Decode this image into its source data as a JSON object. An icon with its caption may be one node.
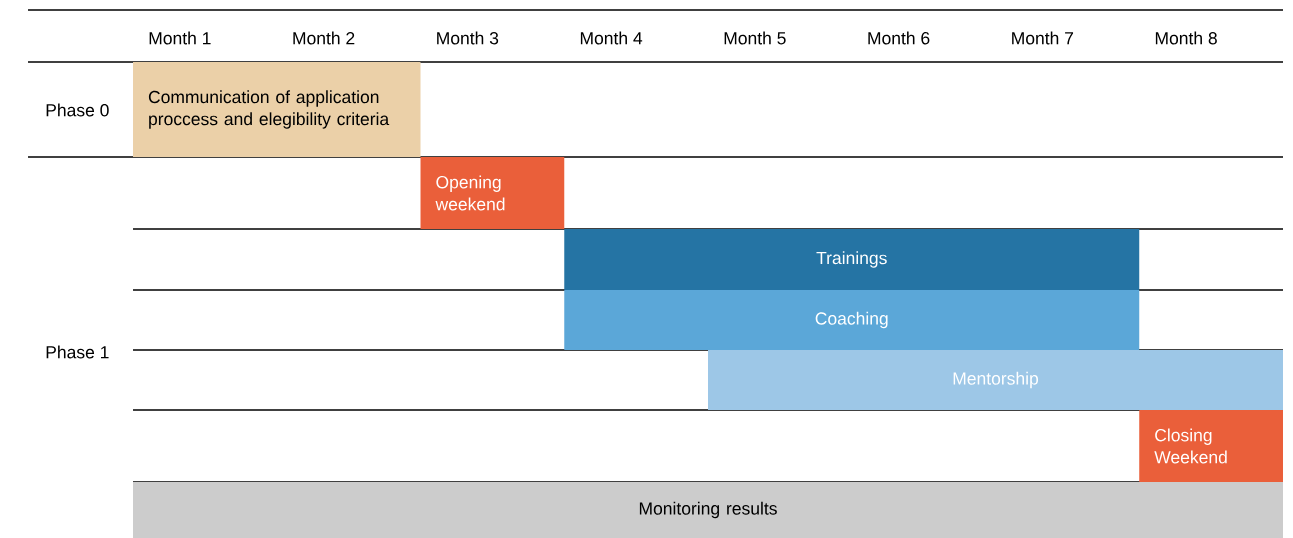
{
  "diagram": {
    "nodes": [
      {
        "text": [
          "Communication of application proccess and elegibility criteria"
        ]
      },
      {
        "text": [
          "Opening weekend"
        ]
      },
      {
        "text": [
          "Trainings"
        ]
      },
      {
        "text": [
          "Coaching"
        ]
      },
      {
        "text": [
          "Mentorship"
        ]
      },
      {
        "text": [
          "Closing Weekend"
        ]
      },
      {
        "text": [
          "Monitoring results"
        ]
      }
    ],
    "labels": [
      "Month 1",
      "Month 2",
      "Month 3",
      "Month 4",
      "Month 5",
      "Month 6",
      "Month 7",
      "Month 8",
      "Phase 0",
      "Phase 1"
    ]
  }
}
